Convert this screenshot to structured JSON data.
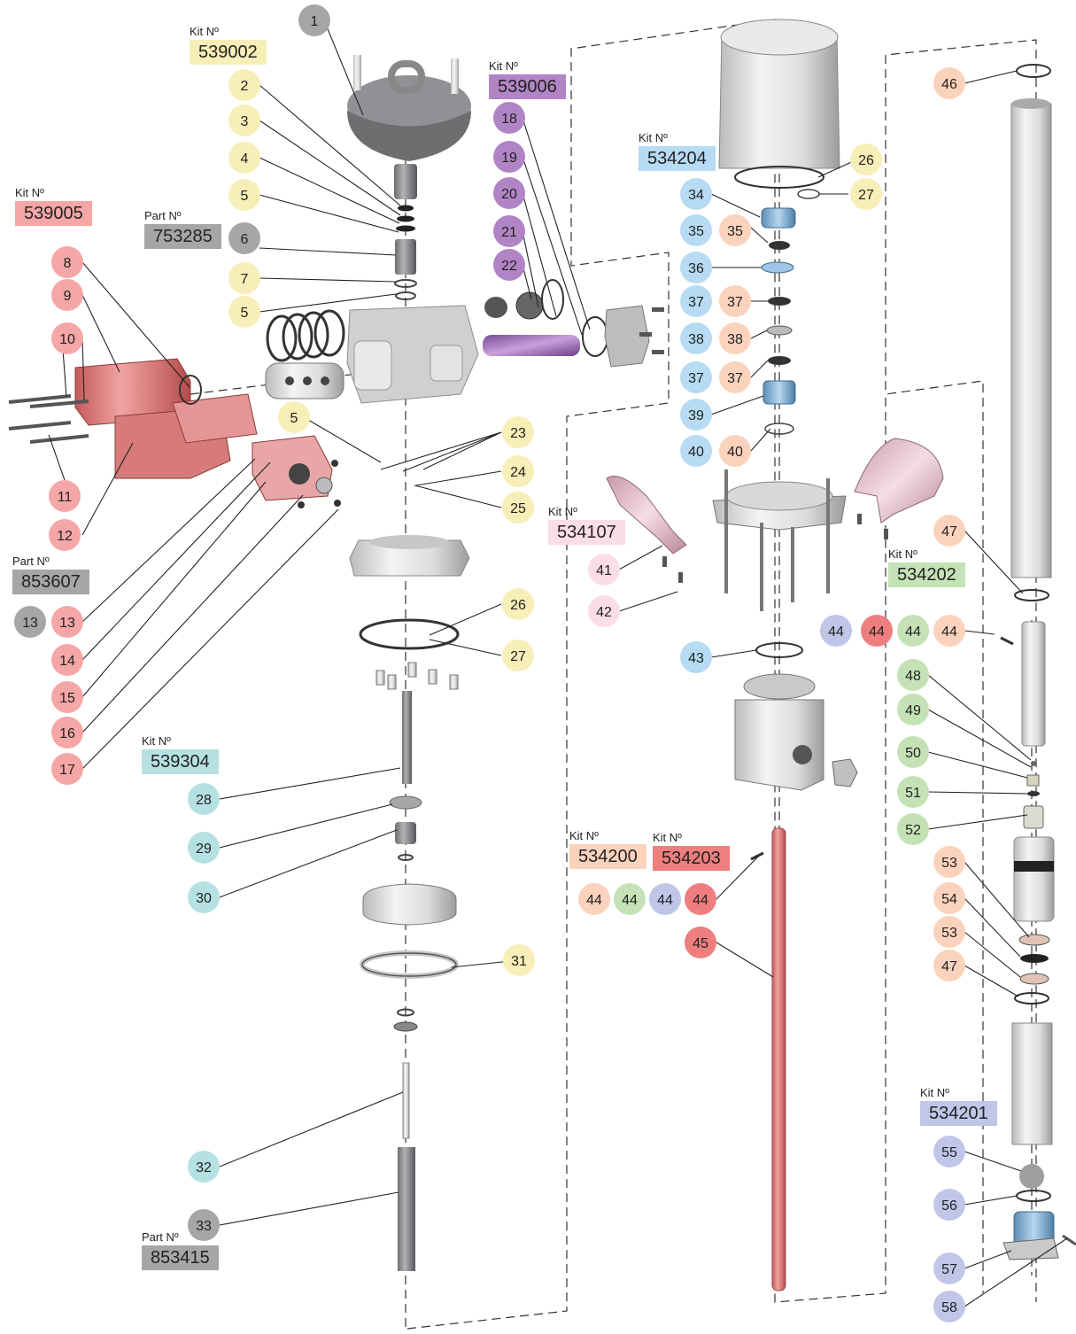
{
  "kits": {
    "k539002": {
      "caption": "Kit Nº",
      "number": "539002",
      "color": "#f8eeb7"
    },
    "k539006": {
      "caption": "Kit Nº",
      "number": "539006",
      "color": "#b184c6"
    },
    "k534204": {
      "caption": "Kit Nº",
      "number": "534204",
      "color": "#b6dbf3"
    },
    "k539005": {
      "caption": "Kit Nº",
      "number": "539005",
      "color": "#f5a6a6"
    },
    "p753285": {
      "caption": "Part Nº",
      "number": "753285",
      "color": "#a7a5a8"
    },
    "p853607": {
      "caption": "Part Nº",
      "number": "853607",
      "color": "#a7a5a8"
    },
    "k534107": {
      "caption": "Kit Nº",
      "number": "534107",
      "color": "#fbdde7"
    },
    "k534202": {
      "caption": "Kit Nº",
      "number": "534202",
      "color": "#c4e2b5"
    },
    "k539304": {
      "caption": "Kit Nº",
      "number": "539304",
      "color": "#b5e1e3"
    },
    "k534200": {
      "caption": "Kit Nº",
      "number": "534200",
      "color": "#fbd2bc"
    },
    "k534203": {
      "caption": "Kit Nº",
      "number": "534203",
      "color": "#ef7e7e"
    },
    "k534201": {
      "caption": "Kit Nº",
      "number": "534201",
      "color": "#bfc6e8"
    },
    "p853415": {
      "caption": "Part Nº",
      "number": "853415",
      "color": "#a7a5a8"
    }
  },
  "colors": {
    "yellow": "#f8eeb7",
    "purple": "#b184c6",
    "blue": "#b6dbf3",
    "red": "#f5a6a6",
    "gray": "#a7a5a8",
    "pink": "#fbdde7",
    "green": "#c4e2b5",
    "teal": "#b5e1e3",
    "peach": "#fbd2bc",
    "crimson": "#ef7e7e",
    "lavender": "#bfc6e8"
  },
  "callouts": [
    {
      "num": "1",
      "color": "gray"
    },
    {
      "num": "2",
      "color": "yellow"
    },
    {
      "num": "3",
      "color": "yellow"
    },
    {
      "num": "4",
      "color": "yellow"
    },
    {
      "num": "5",
      "color": "yellow"
    },
    {
      "num": "6",
      "color": "gray"
    },
    {
      "num": "7",
      "color": "yellow"
    },
    {
      "num": "5",
      "color": "yellow"
    },
    {
      "num": "5",
      "color": "yellow"
    },
    {
      "num": "8",
      "color": "red"
    },
    {
      "num": "9",
      "color": "red"
    },
    {
      "num": "10",
      "color": "red"
    },
    {
      "num": "11",
      "color": "red"
    },
    {
      "num": "12",
      "color": "red"
    },
    {
      "num": "13",
      "color": "gray"
    },
    {
      "num": "13",
      "color": "red"
    },
    {
      "num": "14",
      "color": "red"
    },
    {
      "num": "15",
      "color": "red"
    },
    {
      "num": "16",
      "color": "red"
    },
    {
      "num": "17",
      "color": "red"
    },
    {
      "num": "18",
      "color": "purple"
    },
    {
      "num": "19",
      "color": "purple"
    },
    {
      "num": "20",
      "color": "purple"
    },
    {
      "num": "21",
      "color": "purple"
    },
    {
      "num": "22",
      "color": "purple"
    },
    {
      "num": "23",
      "color": "yellow"
    },
    {
      "num": "24",
      "color": "yellow"
    },
    {
      "num": "25",
      "color": "yellow"
    },
    {
      "num": "26",
      "color": "yellow"
    },
    {
      "num": "27",
      "color": "yellow"
    },
    {
      "num": "26",
      "color": "yellow"
    },
    {
      "num": "27",
      "color": "yellow"
    },
    {
      "num": "28",
      "color": "teal"
    },
    {
      "num": "29",
      "color": "teal"
    },
    {
      "num": "30",
      "color": "teal"
    },
    {
      "num": "31",
      "color": "yellow"
    },
    {
      "num": "32",
      "color": "teal"
    },
    {
      "num": "33",
      "color": "gray"
    },
    {
      "num": "34",
      "color": "blue"
    },
    {
      "num": "35",
      "color": "blue"
    },
    {
      "num": "35",
      "color": "peach"
    },
    {
      "num": "36",
      "color": "blue"
    },
    {
      "num": "37",
      "color": "blue"
    },
    {
      "num": "37",
      "color": "peach"
    },
    {
      "num": "38",
      "color": "blue"
    },
    {
      "num": "38",
      "color": "peach"
    },
    {
      "num": "37",
      "color": "blue"
    },
    {
      "num": "37",
      "color": "peach"
    },
    {
      "num": "39",
      "color": "blue"
    },
    {
      "num": "40",
      "color": "blue"
    },
    {
      "num": "40",
      "color": "peach"
    },
    {
      "num": "41",
      "color": "pink"
    },
    {
      "num": "42",
      "color": "pink"
    },
    {
      "num": "43",
      "color": "blue"
    },
    {
      "num": "44",
      "color": "lavender"
    },
    {
      "num": "44",
      "color": "crimson"
    },
    {
      "num": "44",
      "color": "green"
    },
    {
      "num": "44",
      "color": "peach"
    },
    {
      "num": "44",
      "color": "peach"
    },
    {
      "num": "44",
      "color": "green"
    },
    {
      "num": "44",
      "color": "lavender"
    },
    {
      "num": "44",
      "color": "crimson"
    },
    {
      "num": "45",
      "color": "crimson"
    },
    {
      "num": "46",
      "color": "peach"
    },
    {
      "num": "47",
      "color": "peach"
    },
    {
      "num": "48",
      "color": "green"
    },
    {
      "num": "49",
      "color": "green"
    },
    {
      "num": "50",
      "color": "green"
    },
    {
      "num": "51",
      "color": "green"
    },
    {
      "num": "52",
      "color": "green"
    },
    {
      "num": "53",
      "color": "peach"
    },
    {
      "num": "54",
      "color": "peach"
    },
    {
      "num": "53",
      "color": "peach"
    },
    {
      "num": "47",
      "color": "peach"
    },
    {
      "num": "55",
      "color": "lavender"
    },
    {
      "num": "56",
      "color": "lavender"
    },
    {
      "num": "57",
      "color": "lavender"
    },
    {
      "num": "58",
      "color": "lavender"
    }
  ]
}
